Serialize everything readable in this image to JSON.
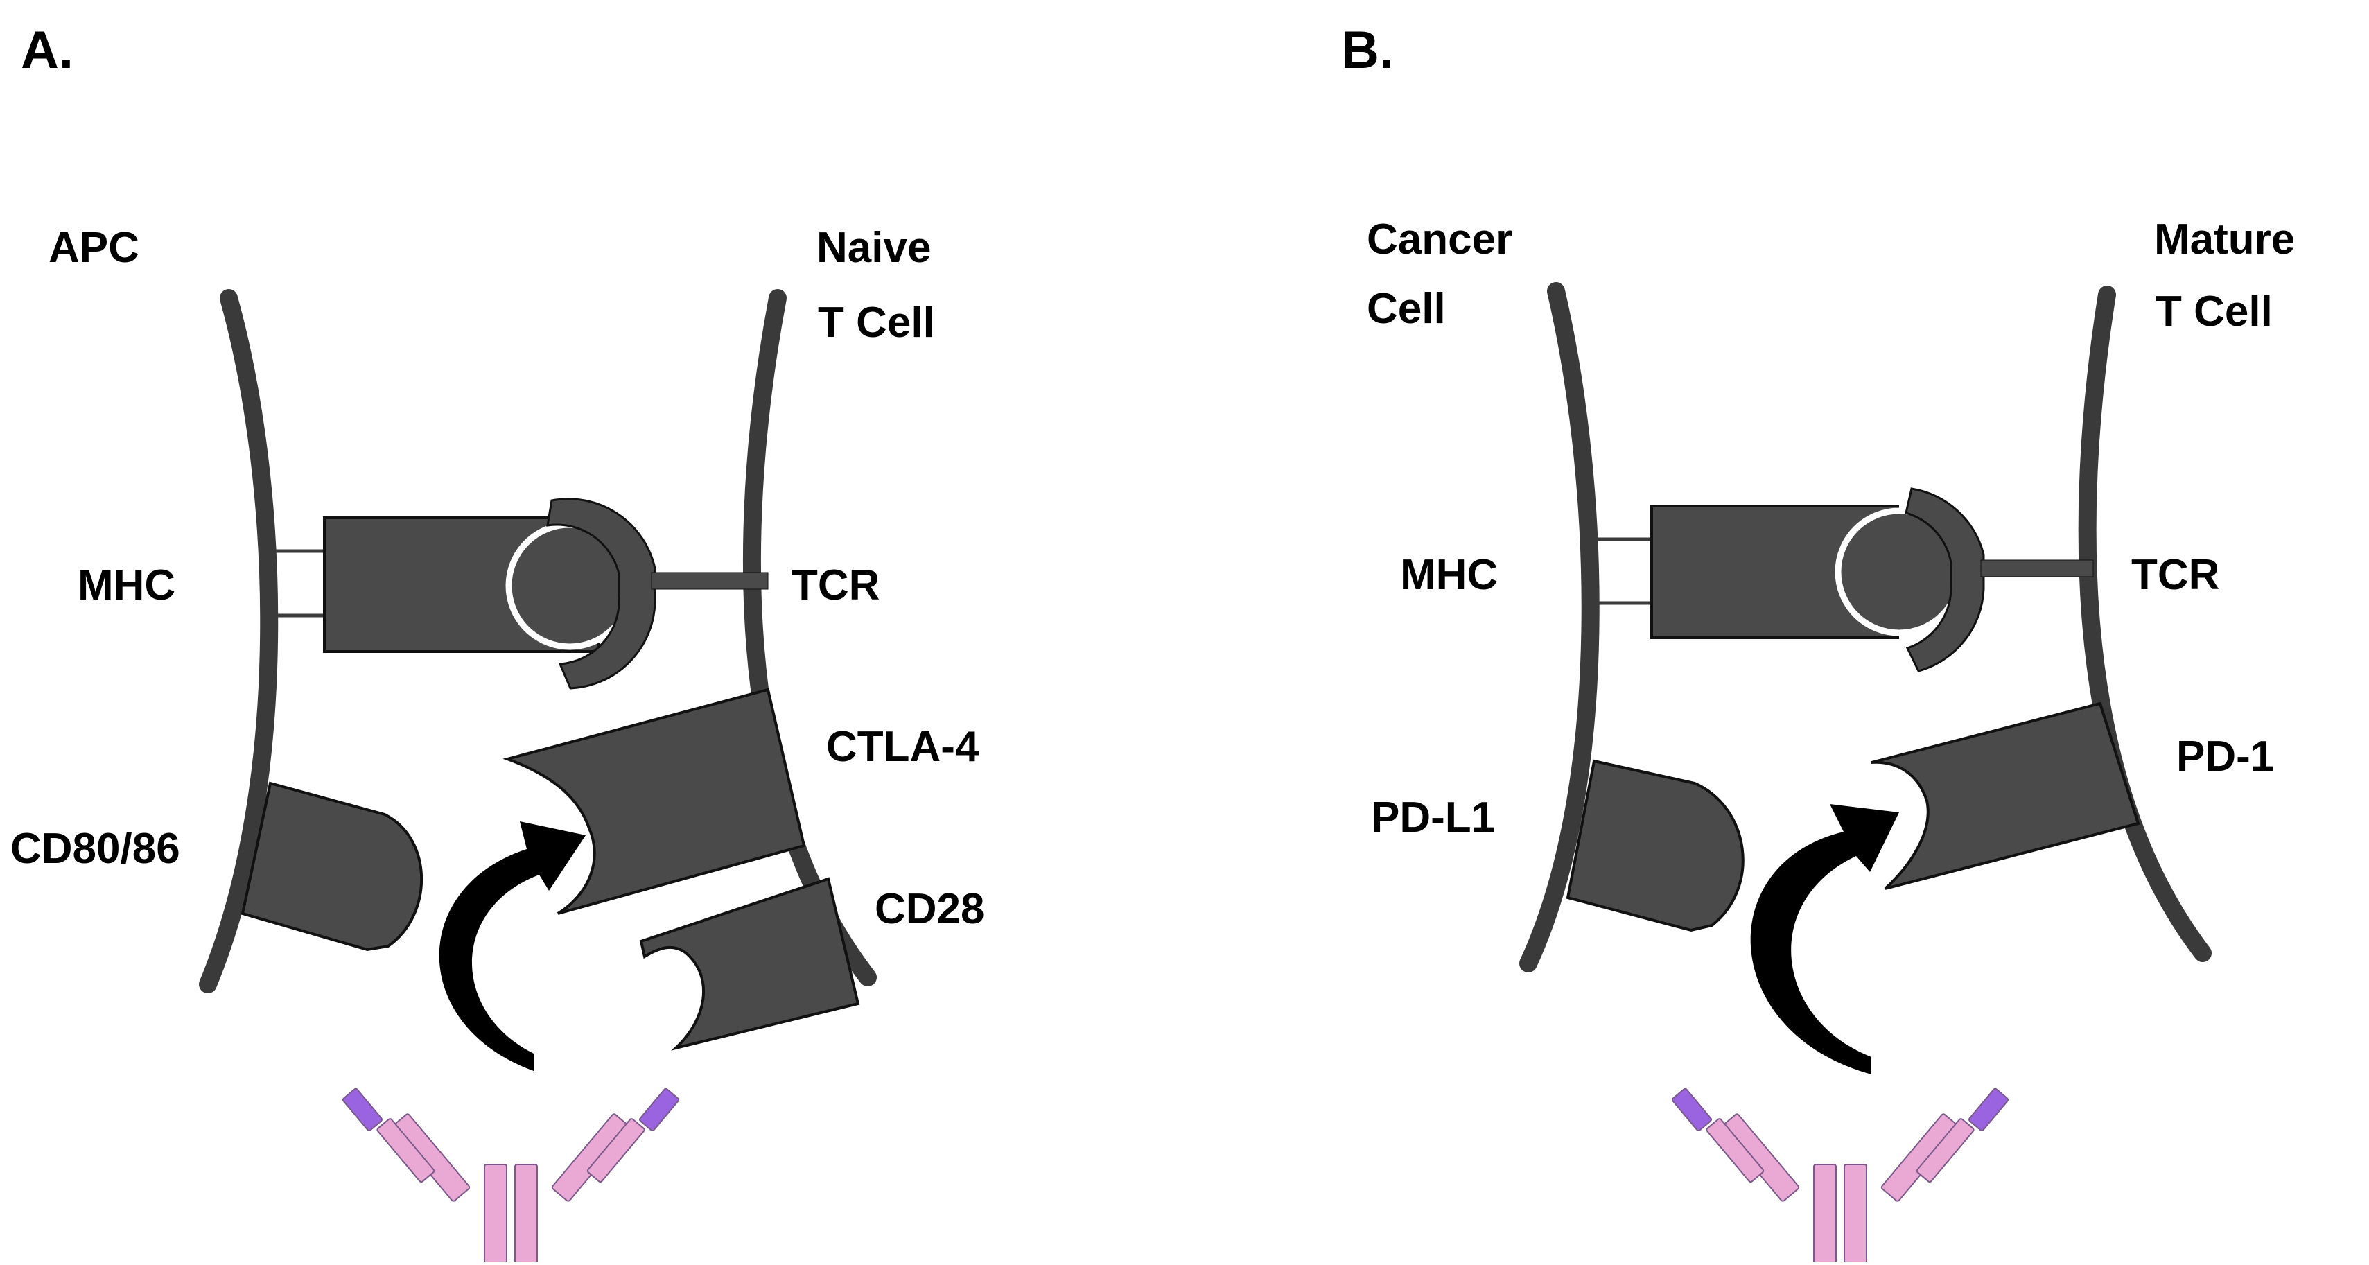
{
  "colors": {
    "membrane": "#3a3a3a",
    "receptor": "#4a4a4a",
    "receptor_edge": "#111111",
    "arrow": "#000000",
    "antibody_heavy": "#e9a9d4",
    "antibody_light": "#9a63e0",
    "antibody_edge": "#7a5a8a"
  },
  "icons": {
    "arrow": "curved-arrow-icon",
    "antibody": "antibody-icon"
  },
  "panel_a": {
    "letter": "A.",
    "left_cell": "APC",
    "right_cell_line1": "Naive",
    "right_cell_line2": "T Cell",
    "mhc": "MHC",
    "tcr": "TCR",
    "ligand": "CD80/86",
    "receptor_top": "CTLA-4",
    "receptor_bottom": "CD28"
  },
  "panel_b": {
    "letter": "B.",
    "left_cell_line1": "Cancer",
    "left_cell_line2": "Cell",
    "right_cell_line1": "Mature",
    "right_cell_line2": "T Cell",
    "mhc": "MHC",
    "tcr": "TCR",
    "ligand": "PD-L1",
    "receptor": "PD-1"
  }
}
